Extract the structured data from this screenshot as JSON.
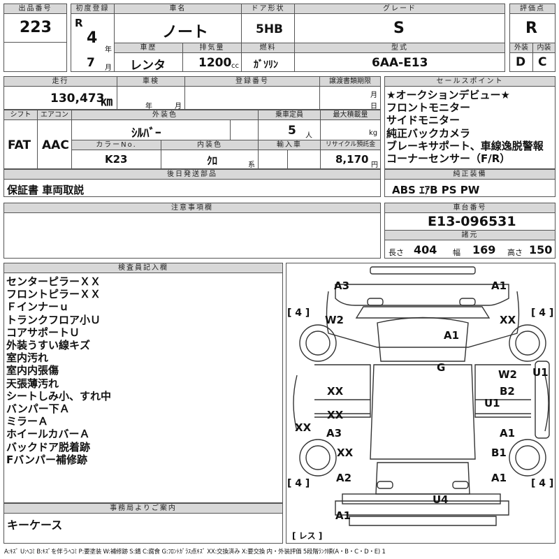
{
  "header": {
    "lot_label": "出品番号",
    "lot_value": "223",
    "first_reg_label": "初度登録",
    "era": "R",
    "year": "4",
    "year_unit": "年",
    "month": "7",
    "month_unit": "月",
    "car_name_label": "車名",
    "car_name": "ノート",
    "door_label": "ドア形状",
    "door": "5HB",
    "grade_label": "グレード",
    "grade": "S",
    "score_label": "評価点",
    "score": "R",
    "history_label": "車歴",
    "history": "レンタ",
    "displacement_label": "排気量",
    "displacement": "1200",
    "displacement_unit": "cc",
    "fuel_label": "燃料",
    "fuel": "ｶﾞｿﾘﾝ",
    "model_label": "型式",
    "model": "6AA-E13",
    "ext_label": "外装",
    "ext": "D",
    "int_label": "内装",
    "int": "C"
  },
  "row2": {
    "mileage_label": "走行",
    "mileage": "130,473",
    "mileage_unit": "㎞",
    "inspection_label": "車検",
    "insp_year": "年",
    "insp_month": "月",
    "reg_label": "登録番号",
    "transfer_label": "譲渡書類期限",
    "tr_month": "月",
    "tr_day": "日",
    "points_label": "セールスポイント",
    "points": [
      "★オークションデビュー★",
      "フロントモニター",
      "サイドモニター",
      "純正バックカメラ",
      "ブレーキサポート、車線逸脱警報",
      "コーナーセンサー（F/R）"
    ]
  },
  "row3": {
    "shift_label": "シフト",
    "shift": "FAT",
    "ac_label": "エアコン",
    "ac": "AAC",
    "color_label": "外装色",
    "color": "ｼﾙﾊﾞｰ",
    "capacity_label": "乗車定員",
    "capacity": "5",
    "capacity_unit": "人",
    "load_label": "最大積載量",
    "load_unit": "kg",
    "color_no_label": "カラーNo.",
    "color_no": "K23",
    "int_color_label": "内装色",
    "int_color": "ｸﾛ",
    "int_color_unit": "系",
    "import_label": "輸入車",
    "recycle_label": "リサイクル預託金",
    "recycle": "8,170",
    "recycle_unit": "円"
  },
  "later": {
    "label": "後日発送部品",
    "value": "保証書 車両取説"
  },
  "equip": {
    "label": "純正装備",
    "value": "ABS ｴｱB PS PW"
  },
  "notes": {
    "label": "注意事項欄"
  },
  "chassis": {
    "label": "車台番号",
    "value": "E13-096531",
    "spec_label": "諸元",
    "len_label": "長さ",
    "len": "404",
    "wid_label": "幅",
    "wid": "169",
    "hgt_label": "高さ",
    "hgt": "150"
  },
  "inspector": {
    "label": "検査員記入欄",
    "items": [
      "センターピラーＸＸ",
      "フロントピラーＸＸ",
      "Ｆインナーｕ",
      "トランクフロア小Ｕ",
      "コアサポートＵ",
      "外装うすい線キズ",
      "室内汚れ",
      "室内内張傷",
      "天張薄汚れ",
      "シートしみ小、すれ中",
      "バンパー下Ａ",
      "ミラーＡ",
      "ホイールカバーＡ",
      "バックドア脱着跡",
      "Fバンパー補修跡"
    ]
  },
  "office": {
    "label": "事務局よりご案内",
    "value": "キーケース"
  },
  "diagram": {
    "tire_marks": [
      "[ 4 ]",
      "[ 4 ]",
      "[ 4 ]",
      "[ 4 ]"
    ],
    "spare": "[ レス ]",
    "marks": [
      "A3",
      "A1",
      "W2",
      "XX",
      "A1",
      "G",
      "W2",
      "U1",
      "XX",
      "B2",
      "U1",
      "XX",
      "XX",
      "A3",
      "A1",
      "XX",
      "B1",
      "A2",
      "A1",
      "U4",
      "A1"
    ]
  },
  "legend": "A:ｷｽﾞ U:ﾍｺﾐ B:ｷｽﾞを伴うﾍｺﾐ P:要塗装 W:補修跡 S:錆 C:腐食 G:ﾌﾛﾝﾄｶﾞﾗｽ点ｷｽﾞ XX:交換済み X:要交換 内・外装評価 5段階ﾗﾝｸ順(A・B・C・D・E) 1"
}
